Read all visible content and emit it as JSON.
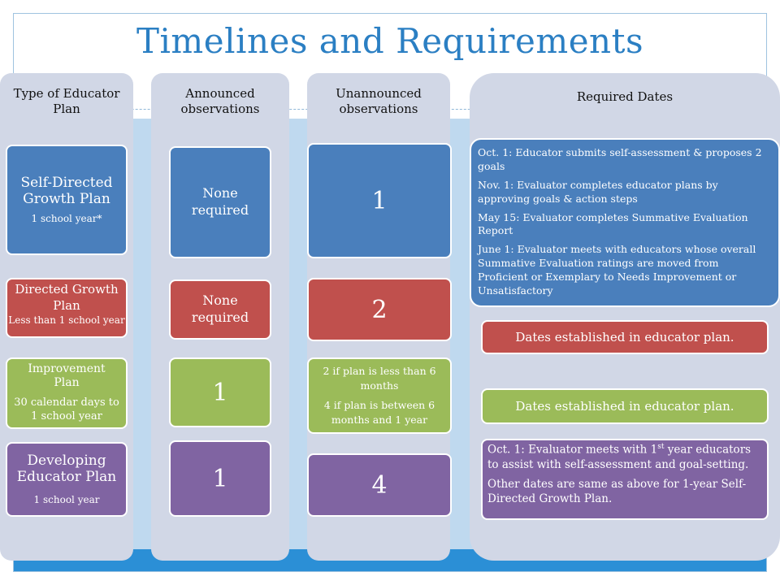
{
  "title": "Timelines and Requirements",
  "columns": {
    "type": {
      "header": "Type of Educator Plan",
      "rows": [
        {
          "title": "Self-Directed Growth Plan",
          "sub": "1 school year*",
          "color": "#4a7fbc"
        },
        {
          "title": "Directed Growth Plan",
          "sub": "Less than 1 school year",
          "color": "#c0504d"
        },
        {
          "title": "Improvement Plan",
          "sub": "30 calendar days to 1 school year",
          "color": "#9bbb59"
        },
        {
          "title": "Developing Educator Plan",
          "sub": "1 school year",
          "color": "#8064a2"
        }
      ]
    },
    "announced": {
      "header": "Announced observations",
      "rows": [
        "None required",
        "None required",
        "1",
        "1"
      ]
    },
    "unannounced": {
      "header": "Unannounced observations",
      "rows": {
        "r1": "1",
        "r2": "2",
        "r3a": "2 if plan is less than 6 months",
        "r3b": "4 if plan is between 6 months and 1 year",
        "r4": "4"
      }
    },
    "dates": {
      "header": "Required Dates",
      "sdgp": [
        "Oct. 1: Educator submits self-assessment & proposes 2 goals",
        "Nov. 1: Evaluator completes educator plans by approving goals & action steps",
        "May 15: Evaluator completes Summative Evaluation Report",
        "June 1: Evaluator meets with educators whose overall Summative Evaluation ratings are moved from Proficient or Exemplary to Needs Improvement or Unsatisfactory"
      ],
      "dgp": "Dates established in educator plan.",
      "ip": "Dates established in educator plan.",
      "dep": {
        "line1_prefix": "Oct. 1: Evaluator meets with 1",
        "line1_sup": "st",
        "line1_suffix": " year educators to assist with self-assessment and goal-setting.",
        "line2": "Other dates are same as above for 1-year Self-Directed Growth Plan."
      }
    }
  },
  "colors": {
    "blue": "#4a7fbc",
    "red": "#c0504d",
    "green": "#9bbb59",
    "purple": "#8064a2",
    "title": "#2b7fc3"
  }
}
